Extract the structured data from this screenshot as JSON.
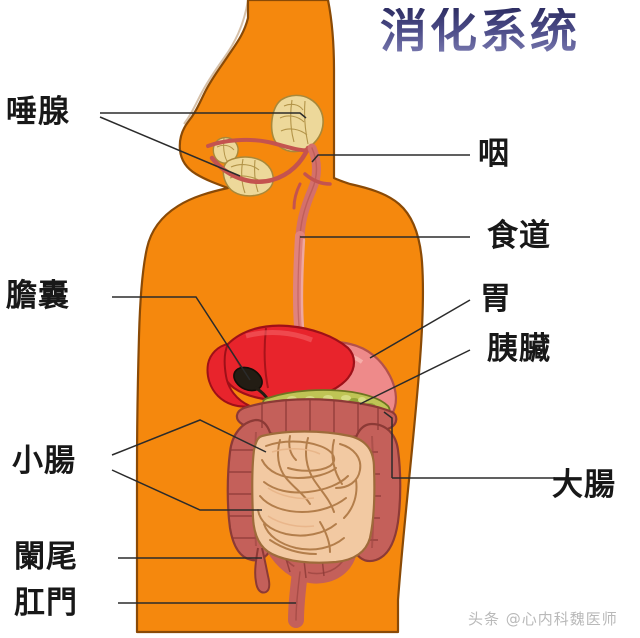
{
  "figure": {
    "title": "消化系统",
    "title_color": "#3b3b6e",
    "body_color": "#F5880D",
    "background_color": "#ffffff",
    "leader_line_color": "#2b2b2b"
  },
  "labels": [
    {
      "id": "salivary-gland",
      "text": "唾腺",
      "side": "left"
    },
    {
      "id": "gallbladder",
      "text": "膽囊",
      "side": "left"
    },
    {
      "id": "small-intestine",
      "text": "小腸",
      "side": "left"
    },
    {
      "id": "appendix",
      "text": "闌尾",
      "side": "left"
    },
    {
      "id": "anus",
      "text": "肛門",
      "side": "left"
    },
    {
      "id": "pharynx",
      "text": "咽",
      "side": "right"
    },
    {
      "id": "esophagus",
      "text": "食道",
      "side": "right"
    },
    {
      "id": "stomach",
      "text": "胃",
      "side": "right"
    },
    {
      "id": "pancreas",
      "text": "胰臟",
      "side": "right"
    },
    {
      "id": "large-intestine",
      "text": "大腸",
      "side": "right"
    }
  ],
  "organ_colors": {
    "liver": "#E8242C",
    "liver_shadow": "#C8161F",
    "stomach": "#EE8A8A",
    "pancreas": "#BFC455",
    "large_intestine": "#C4605A",
    "small_intestine": "#F2C9A2",
    "esophagus": "#E0837E",
    "salivary_gland": "#EDD89A"
  },
  "watermark": {
    "text": "头条 @心内科魏医师"
  }
}
